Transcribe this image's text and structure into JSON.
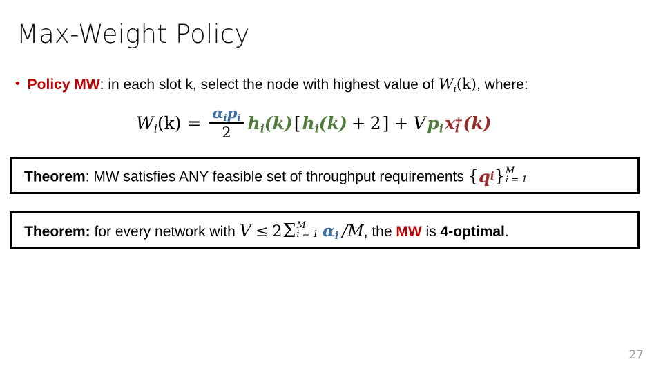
{
  "slide": {
    "title": "Max-Weight Policy",
    "page_number": "27",
    "background_color": "#ffffff"
  },
  "colors": {
    "accent_red": "#C00000",
    "dark_red": "#9B2B2B",
    "blue": "#3C6EA5",
    "green": "#4F7B3C",
    "text": "#000000",
    "page_number": "#9a9a9a",
    "box_border": "#000000"
  },
  "bullet": {
    "marker": "bullet-dot",
    "keyword": "Policy MW",
    "text_after_keyword": ": in each slot k, select the node with highest value of ",
    "inline_math": "W_i(k)",
    "math_parts": {
      "W": "W",
      "i": "i",
      "paren_k": "(k)"
    },
    "tail": ", where:"
  },
  "equation": {
    "lhs": {
      "symbol": "W",
      "sub": "i",
      "arg": "(k)"
    },
    "relation": "=",
    "fraction": {
      "numerator": {
        "alpha": "α",
        "alpha_sub": "i",
        "p": "p",
        "p_sub": "i"
      },
      "denominator": "2"
    },
    "term_h": {
      "h": "h",
      "sub": "i",
      "arg": "(k)"
    },
    "bracket_open": "[",
    "term_h2": {
      "h": "h",
      "sub": "i",
      "arg": "(k)"
    },
    "plus": "+",
    "two": "2",
    "bracket_close": "]",
    "plus2": "+",
    "term_V": "V",
    "term_p": {
      "p": "p",
      "sub": "i"
    },
    "term_x": {
      "x": "x",
      "sub": "i",
      "sup": "+",
      "arg": "(k)"
    }
  },
  "theorem1": {
    "lead": "Theorem",
    "text": ": MW satisfies ANY feasible set of throughput requirements ",
    "set_notation": {
      "open": "{",
      "symbol": "q",
      "sub": "i",
      "close": "}",
      "upper": "M",
      "lower": "i = 1"
    }
  },
  "theorem2": {
    "lead": "Theorem:",
    "text_1": " for every network with ",
    "math_V": "V",
    "leq": "≤",
    "coefficient": "2",
    "sum": {
      "sigma": "Σ",
      "upper": "M",
      "lower": "i = 1"
    },
    "alpha": {
      "symbol": "α",
      "sub": "i"
    },
    "divide_M": "/M",
    "text_2": ", the ",
    "keyword": "MW",
    "text_3": " is ",
    "conclusion": "4-optimal",
    "period": "."
  }
}
